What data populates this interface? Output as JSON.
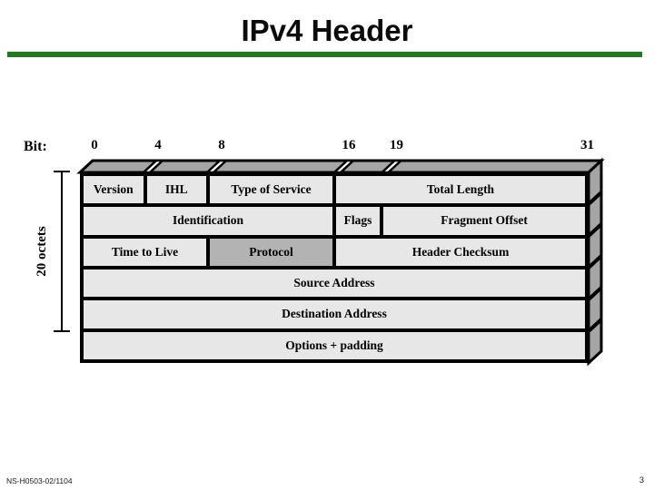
{
  "slide": {
    "title": "IPv4 Header",
    "footer_left": "NS-H0503-02/1104",
    "page_number": "3"
  },
  "diagram": {
    "bit_axis_label": "Bit:",
    "bit_ticks": [
      {
        "bit": 0,
        "label": "0"
      },
      {
        "bit": 4,
        "label": "4"
      },
      {
        "bit": 8,
        "label": "8"
      },
      {
        "bit": 16,
        "label": "16"
      },
      {
        "bit": 19,
        "label": "19"
      },
      {
        "bit": 31,
        "label": "31"
      }
    ],
    "bracket_label": "20 octets",
    "rows": [
      {
        "cells": [
          {
            "label": "Version",
            "bits": 4
          },
          {
            "label": "IHL",
            "bits": 4
          },
          {
            "label": "Type of Service",
            "bits": 8
          },
          {
            "label": "Total Length",
            "bits": 16
          }
        ]
      },
      {
        "cells": [
          {
            "label": "Identification",
            "bits": 16
          },
          {
            "label": "Flags",
            "bits": 3
          },
          {
            "label": "Fragment Offset",
            "bits": 13
          }
        ]
      },
      {
        "cells": [
          {
            "label": "Time to Live",
            "bits": 8
          },
          {
            "label": "Protocol",
            "bits": 8,
            "shaded": true
          },
          {
            "label": "Header Checksum",
            "bits": 16
          }
        ]
      },
      {
        "cells": [
          {
            "label": "Source Address",
            "bits": 32
          }
        ]
      },
      {
        "cells": [
          {
            "label": "Destination Address",
            "bits": 32
          }
        ]
      },
      {
        "cells": [
          {
            "label": "Options + padding",
            "bits": 32
          }
        ]
      }
    ],
    "colors": {
      "cell_fill": "#e7e7e7",
      "shaded_fill": "#b3b3b3",
      "side_fill": "#a5a5a5",
      "border": "#000000",
      "rule_green": "#1e7b1e"
    }
  }
}
